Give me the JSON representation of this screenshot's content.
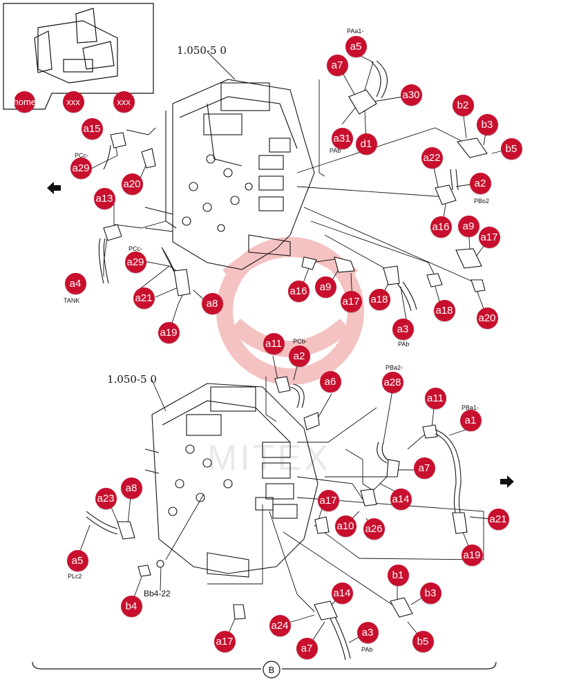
{
  "colors": {
    "callout": "#c8102e",
    "watermark": "#f5c2c2",
    "line": "#111111"
  },
  "refs": {
    "top": "1.050-5 0",
    "bottom": "1.050-5 0"
  },
  "labels": {
    "paa1": "PAa1-",
    "pcc_top": "PCc-",
    "pab": "PAb",
    "pbo2": "PBo2",
    "pcc_mid": "PCc-",
    "tank": "TANK",
    "pab_mid": "PAb",
    "pcb": "PCb-",
    "pba2": "PBa2-",
    "pba1": "PBa1-",
    "plc2": "PLc2",
    "pab_bottom": "PAb",
    "bb422": "Bb4-22"
  },
  "watermark": "MITEX",
  "arrows": {
    "left": "arrow-left-icon",
    "right": "arrow-right-icon"
  },
  "bracket_label": "B",
  "nav": {
    "home": "home",
    "xxx1": "xxx",
    "xxx2": "xxx"
  },
  "callouts": {
    "a5_top": "a5",
    "a7_top": "a7",
    "a30": "a30",
    "a31": "a31",
    "d1": "d1",
    "b2": "b2",
    "b3_top": "b3",
    "b5_top": "b5",
    "a15": "a15",
    "a29_top": "a29",
    "a20_left": "a20",
    "a22": "a22",
    "a2_right": "a2",
    "a16_right": "a16",
    "a9_right": "a9",
    "a17_right": "a17",
    "a13": "a13",
    "a29_mid": "a29",
    "a4": "a4",
    "a21_left": "a21",
    "a8_mid": "a8",
    "a19_left": "a19",
    "a16_mid": "a16",
    "a9_mid": "a9",
    "a17_mid": "a17",
    "a18_mid": "a18",
    "a18_right": "a18",
    "a20_right": "a20",
    "a3_mid": "a3",
    "a11_mid": "a11",
    "a2_mid": "a2",
    "a6": "a6",
    "a28": "a28",
    "a11_right": "a11",
    "a1": "a1",
    "a7_mid": "a7",
    "a14_mid": "a14",
    "a17_low": "a17",
    "a10": "a10",
    "a26": "a26",
    "a21_right": "a21",
    "a19_right": "a19",
    "a23": "a23",
    "a8_low": "a8",
    "a5_low": "a5",
    "b1": "b1",
    "b3_low": "b3",
    "b5_low": "b5",
    "b4": "b4",
    "a14_low": "a14",
    "a24": "a24",
    "a3_low": "a3",
    "a7_low": "a7",
    "a17_bottom": "a17"
  }
}
